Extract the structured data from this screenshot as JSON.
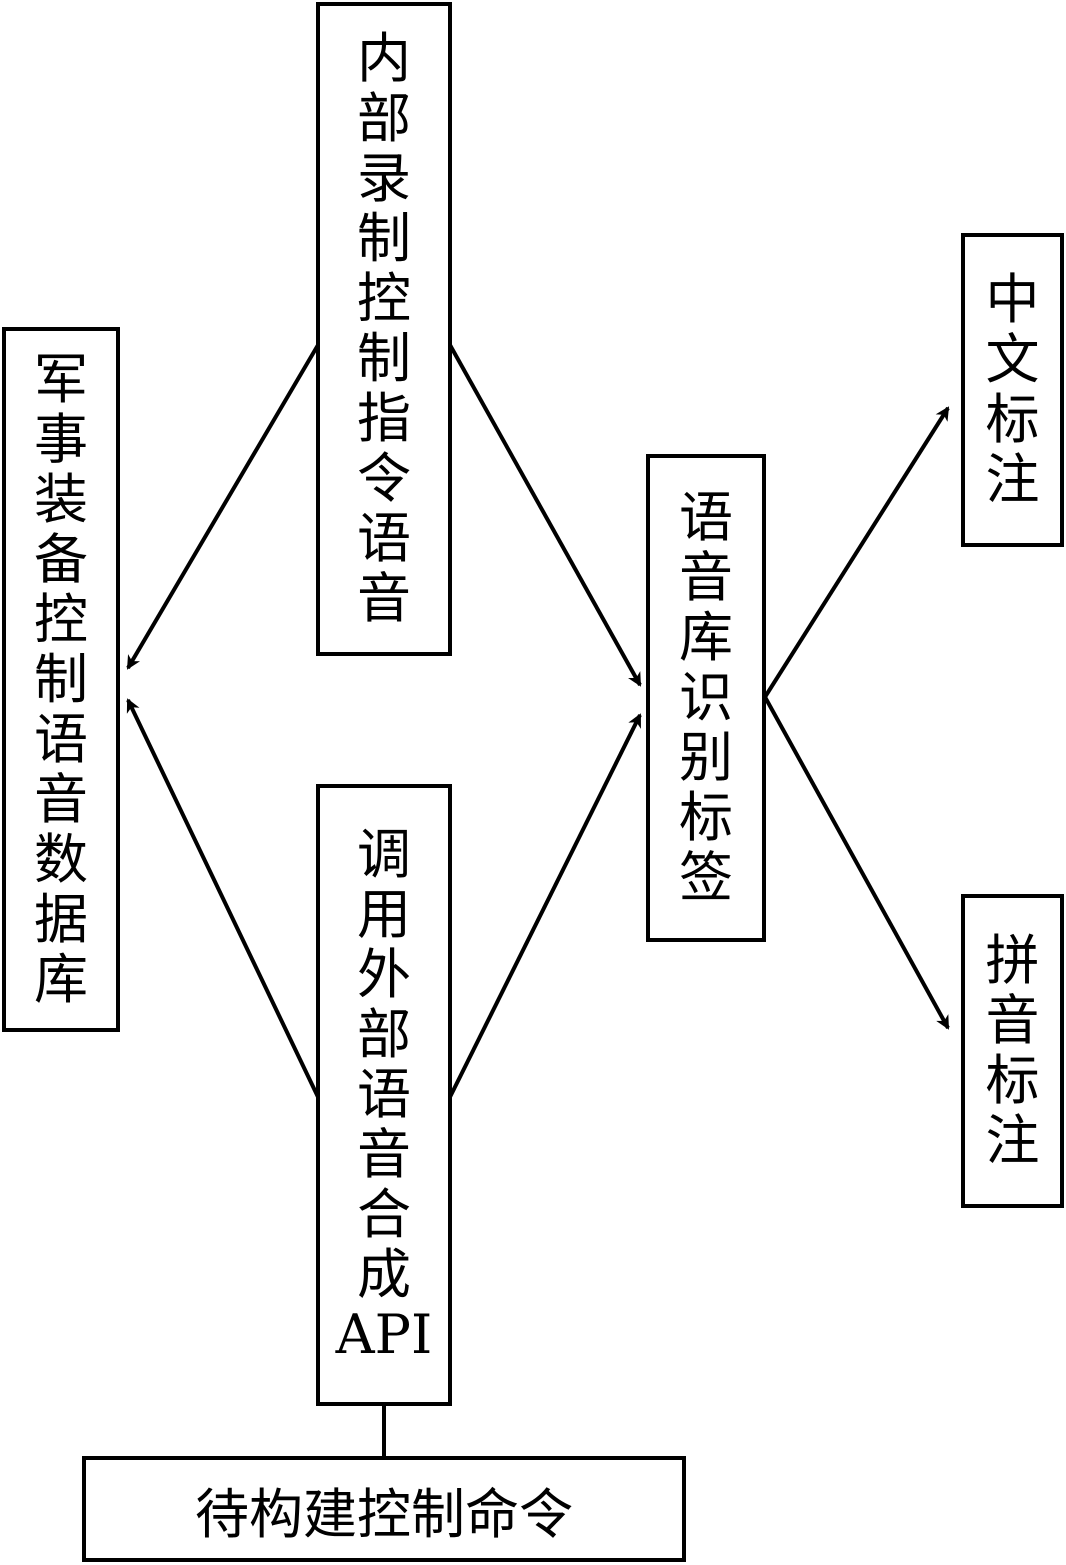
{
  "boxes": {
    "internal_voice": "内部录制控制指令语音",
    "military_db": "军事装备控制语音数据库",
    "recognition": "语音库识别标签",
    "chinese_label": "中文标注",
    "pinyin_label": "拼音标注",
    "api_call": [
      "调",
      "用",
      "外",
      "部",
      "语",
      "音",
      "合",
      "成",
      "API"
    ],
    "pending_command": "待构建控制命令"
  },
  "colors": {
    "line": "#000000",
    "background": "#ffffff"
  }
}
